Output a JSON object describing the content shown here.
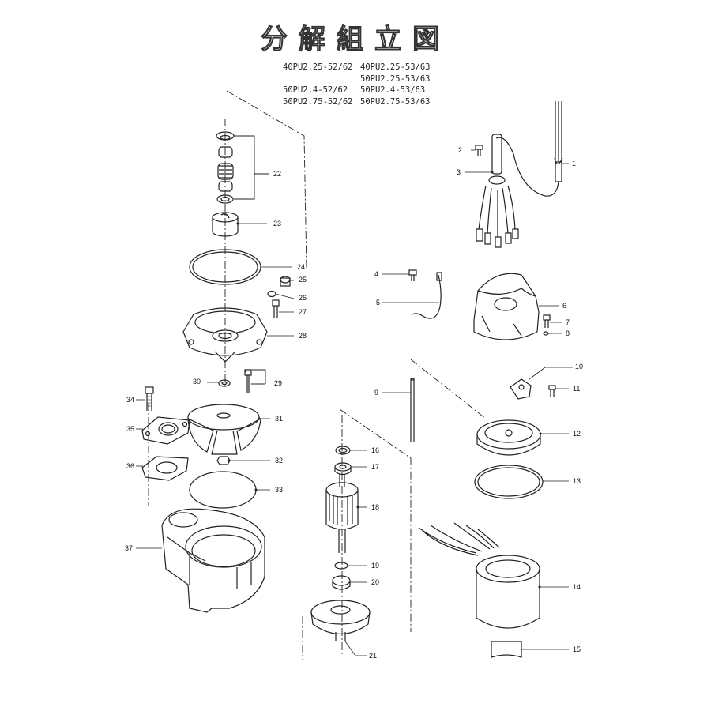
{
  "title": "分解組立図",
  "models": [
    [
      "40PU2.25-52/62",
      "40PU2.25-53/63"
    ],
    [
      "",
      "50PU2.25-53/63"
    ],
    [
      "50PU2.4-52/62",
      "50PU2.4-53/63"
    ],
    [
      "50PU2.75-52/62",
      "50PU2.75-53/63"
    ]
  ],
  "parts": [
    "1",
    "2",
    "3",
    "4",
    "5",
    "6",
    "7",
    "8",
    "9",
    "10",
    "11",
    "12",
    "13",
    "14",
    "15",
    "16",
    "17",
    "18",
    "19",
    "20",
    "21",
    "22",
    "23",
    "24",
    "25",
    "26",
    "27",
    "28",
    "29",
    "30",
    "31",
    "32",
    "33",
    "34",
    "35",
    "36",
    "37"
  ]
}
